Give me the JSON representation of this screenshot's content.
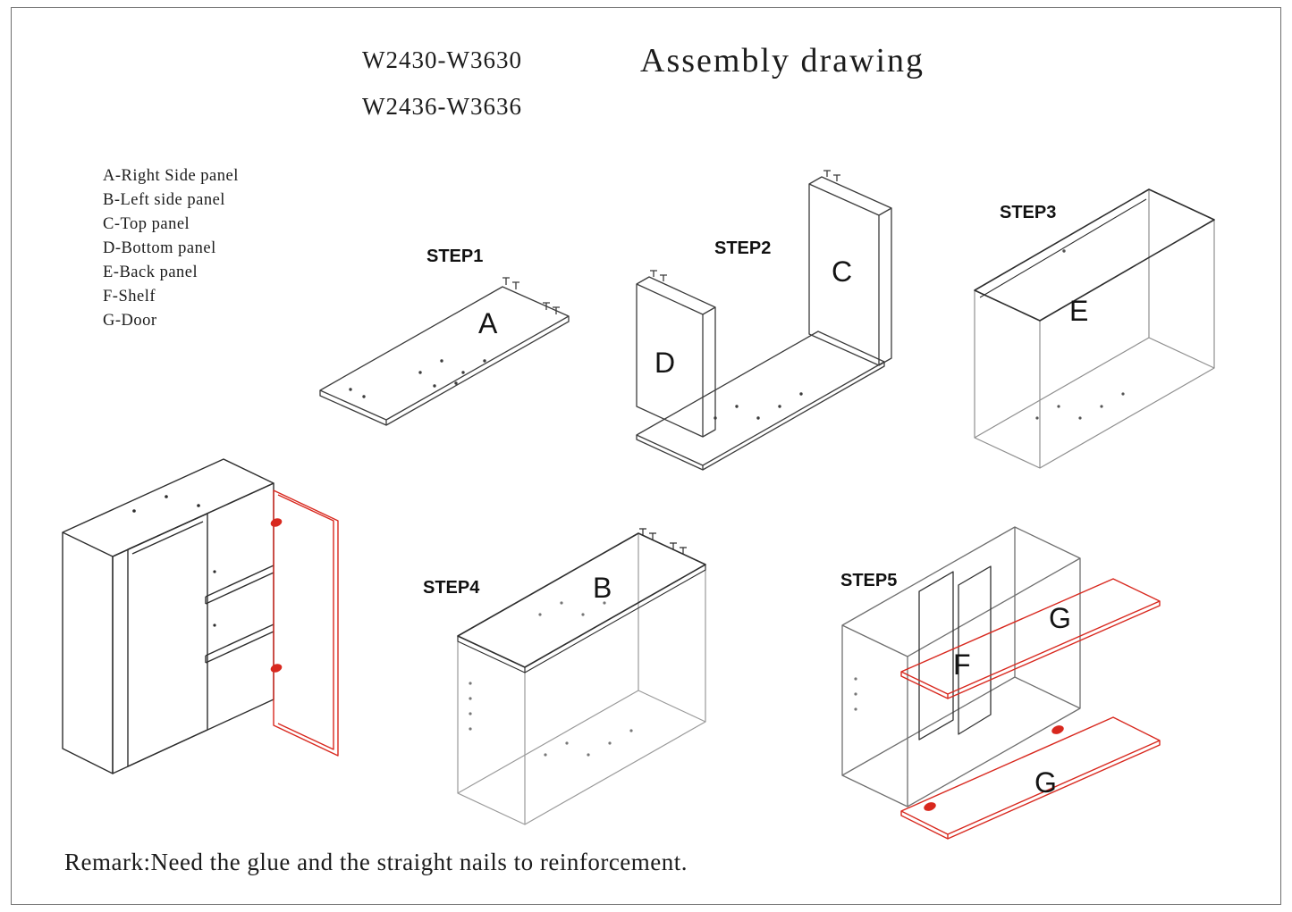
{
  "header": {
    "models": [
      "W2430-W3630",
      "W2436-W3636"
    ],
    "title": "Assembly drawing"
  },
  "parts_list": {
    "items": [
      "A-Right Side panel",
      "B-Left side panel",
      "C-Top panel",
      "D-Bottom panel",
      "E-Back panel",
      "F-Shelf",
      "G-Door"
    ]
  },
  "steps": [
    {
      "label": "STEP1",
      "part": "A"
    },
    {
      "label": "STEP2",
      "part": "C, D"
    },
    {
      "label": "STEP3",
      "part": "E"
    },
    {
      "label": "STEP4",
      "part": "B"
    },
    {
      "label": "STEP5",
      "part": "F, G"
    }
  ],
  "part_letters": {
    "a": "A",
    "b": "B",
    "c": "C",
    "d": "D",
    "e": "E",
    "f": "F",
    "g_upper": "G",
    "g_lower": "G"
  },
  "remark": "Remark:Need the glue and the straight nails to reinforcement.",
  "colors": {
    "line": "#3c3c3c",
    "light_line": "#8f8f8f",
    "accent_red": "#d8281e"
  }
}
